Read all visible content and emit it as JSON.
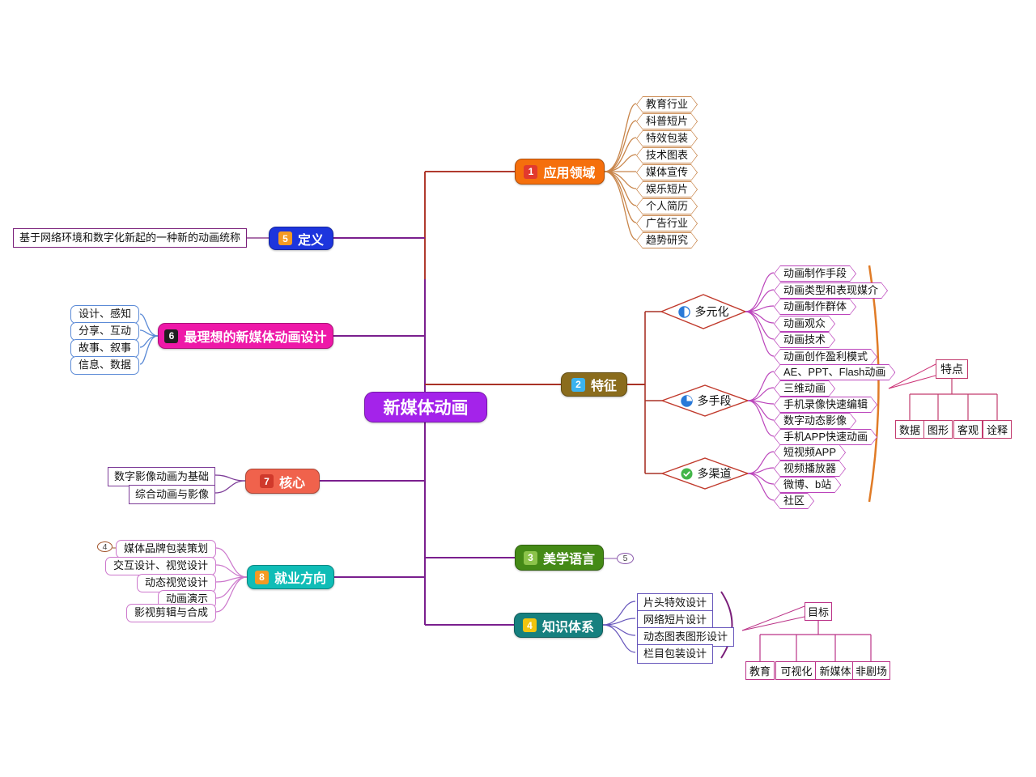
{
  "root": {
    "label": "新媒体动画"
  },
  "branches": {
    "apply": {
      "badge": "1",
      "label": "应用领域",
      "children": [
        "教育行业",
        "科普短片",
        "特效包装",
        "技术图表",
        "媒体宣传",
        "娱乐短片",
        "个人简历",
        "广告行业",
        "趋势研究"
      ]
    },
    "definition": {
      "badge": "5",
      "label": "定义",
      "children": [
        "基于网络环境和数字化新起的一种新的动画统称"
      ]
    },
    "ideal": {
      "badge": "6",
      "label": "最理想的新媒体动画设计",
      "children": [
        "设计、感知",
        "分享、互动",
        "故事、叙事",
        "信息、数据"
      ]
    },
    "features": {
      "badge": "2",
      "label": "特征",
      "groups": [
        {
          "label": "多元化",
          "icon": "half-pie-icon",
          "children": [
            "动画制作手段",
            "动画类型和表现媒介",
            "动画制作群体",
            "动画观众",
            "动画技术",
            "动画创作盈利模式"
          ]
        },
        {
          "label": "多手段",
          "icon": "three-quarter-pie-icon",
          "children": [
            "AE、PPT、Flash动画",
            "三维动画",
            "手机录像快速编辑",
            "数字动态影像",
            "手机APP快速动画"
          ]
        },
        {
          "label": "多渠道",
          "icon": "check-icon",
          "children": [
            "短视频APP",
            "视频播放器",
            "微博、b站",
            "社区"
          ]
        }
      ],
      "callout": {
        "label": "特点",
        "children": [
          "数据",
          "图形",
          "客观",
          "诠释"
        ]
      }
    },
    "core": {
      "badge": "7",
      "label": "核心",
      "children": [
        "数字影像动画为基础",
        "综合动画与影像"
      ]
    },
    "aesthetics": {
      "badge": "3",
      "label": "美学语言",
      "marker": "5"
    },
    "career": {
      "badge": "8",
      "label": "就业方向",
      "marker": "4",
      "children": [
        "媒体品牌包装策划",
        "交互设计、视觉设计",
        "动态视觉设计",
        "动画演示",
        "影视剪辑与合成"
      ]
    },
    "knowledge": {
      "badge": "4",
      "label": "知识体系",
      "children": [
        "片头特效设计",
        "网络短片设计",
        "动态图表图形设计",
        "栏目包装设计"
      ],
      "callout": {
        "label": "目标",
        "children": [
          "教育",
          "可视化",
          "新媒体",
          "非剧场"
        ]
      }
    }
  },
  "colors": {
    "center": "#a423ea",
    "apply": "#f56f0c",
    "definition": "#1d35dd",
    "ideal": "#ee18a8",
    "features": "#8a6c1d",
    "core": "#f0624c",
    "aesthetics": "#448a16",
    "career": "#10bdb7",
    "knowledge": "#16807f",
    "apply_child_border": "#c8854a",
    "feature_child_border": "#bb44bb",
    "diamond_border": "#c0392b",
    "bracket_orange": "#e07b26",
    "bracket_purple": "#7a1f7a",
    "callout_pink": "#c23b6e",
    "callout_magenta": "#bb3388"
  }
}
